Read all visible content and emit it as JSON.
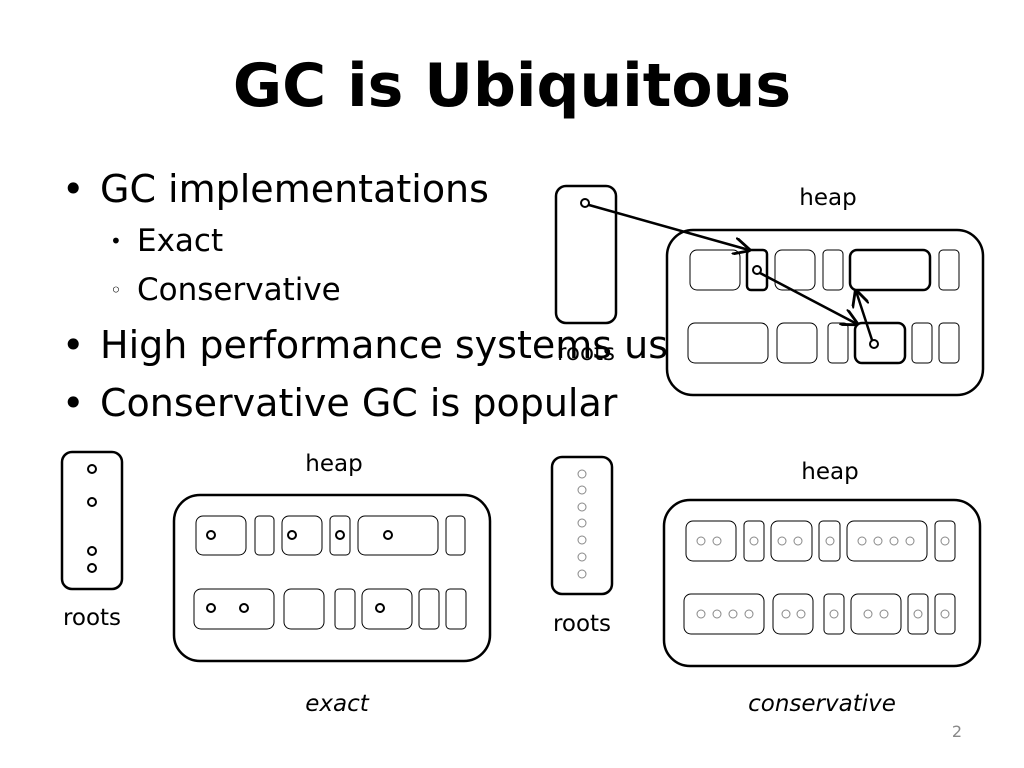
{
  "slide": {
    "title": "GC is Ubiquitous",
    "bullets": [
      {
        "text": "GC implementations"
      },
      {
        "text": "High performance systems use..."
      },
      {
        "text": "Conservative GC is popular"
      }
    ],
    "sub_bullets": [
      {
        "marker": "•",
        "text": "Exact"
      },
      {
        "marker": "◦",
        "text": "Conservative"
      }
    ],
    "page_number": "2"
  },
  "diagrams": {
    "top": {
      "heap_label": "heap",
      "roots_label": "roots"
    },
    "exact": {
      "heap_label": "heap",
      "roots_label": "roots",
      "caption": "exact"
    },
    "conservative": {
      "heap_label": "heap",
      "roots_label": "roots",
      "caption": "conservative"
    }
  },
  "colors": {
    "stroke": "#000000",
    "conservative_dot": "#888888",
    "page_number": "#888888"
  }
}
